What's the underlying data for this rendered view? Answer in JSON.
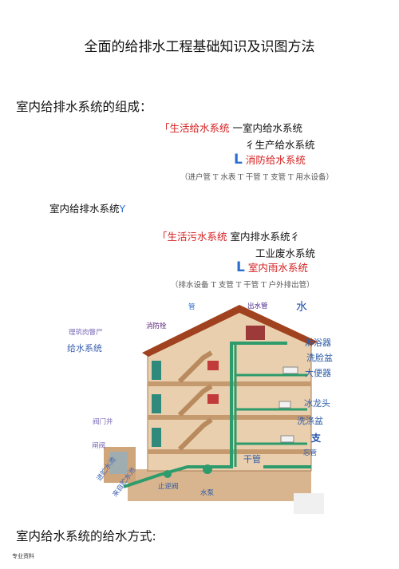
{
  "title": "全面的给排水工程基础知识及识图方法",
  "section1": {
    "heading": "室内给排水系统的组成：",
    "supply": {
      "bracket": "「",
      "system": "生活给水系统",
      "sub1": "一室内给水系统",
      "sub2_mark": "彳",
      "sub2": "生产给水系统",
      "sub3_mark": "L",
      "sub3": "消防给水系统",
      "flow": "（进户管 T 水表 T 干管 T 支管 T 用水设备）"
    }
  },
  "section2": {
    "heading": "室内给排水系统",
    "heading_mark": "Y",
    "drain": {
      "bracket": "「",
      "system": "生活污水系统",
      "sub1": "室内排水系统彳",
      "sub2": "工业废水系统",
      "sub3_mark": "L",
      "sub3": "室内雨水系统",
      "flow": "（排水设备 T 支管 T 干管 T 户外排出管）"
    }
  },
  "diagram": {
    "labels": {
      "pipe_top": "管",
      "outlet_pipe": "出水管",
      "water_tank": "水",
      "fire_hydrant": "消防栓",
      "building_supply_1": "理筑肉瞥尸",
      "building_supply_2": "给水系统",
      "bath": "淋浴器",
      "washbasin": "洗脸盆",
      "toilet": "大便器",
      "faucet": "冰龙头",
      "sink": "洗涤盆",
      "branch": "支",
      "riser": "忘管",
      "main": "干管",
      "valve_well": "阀门井",
      "gate_valve": "闸阀",
      "check_valve": "止逆阀",
      "pump": "水泵",
      "inlet_1": "进贮水池",
      "inlet_2": "来自贮水池"
    }
  },
  "section3": {
    "heading": "室内给水系统的给水方式:"
  },
  "footer": "专业资料"
}
